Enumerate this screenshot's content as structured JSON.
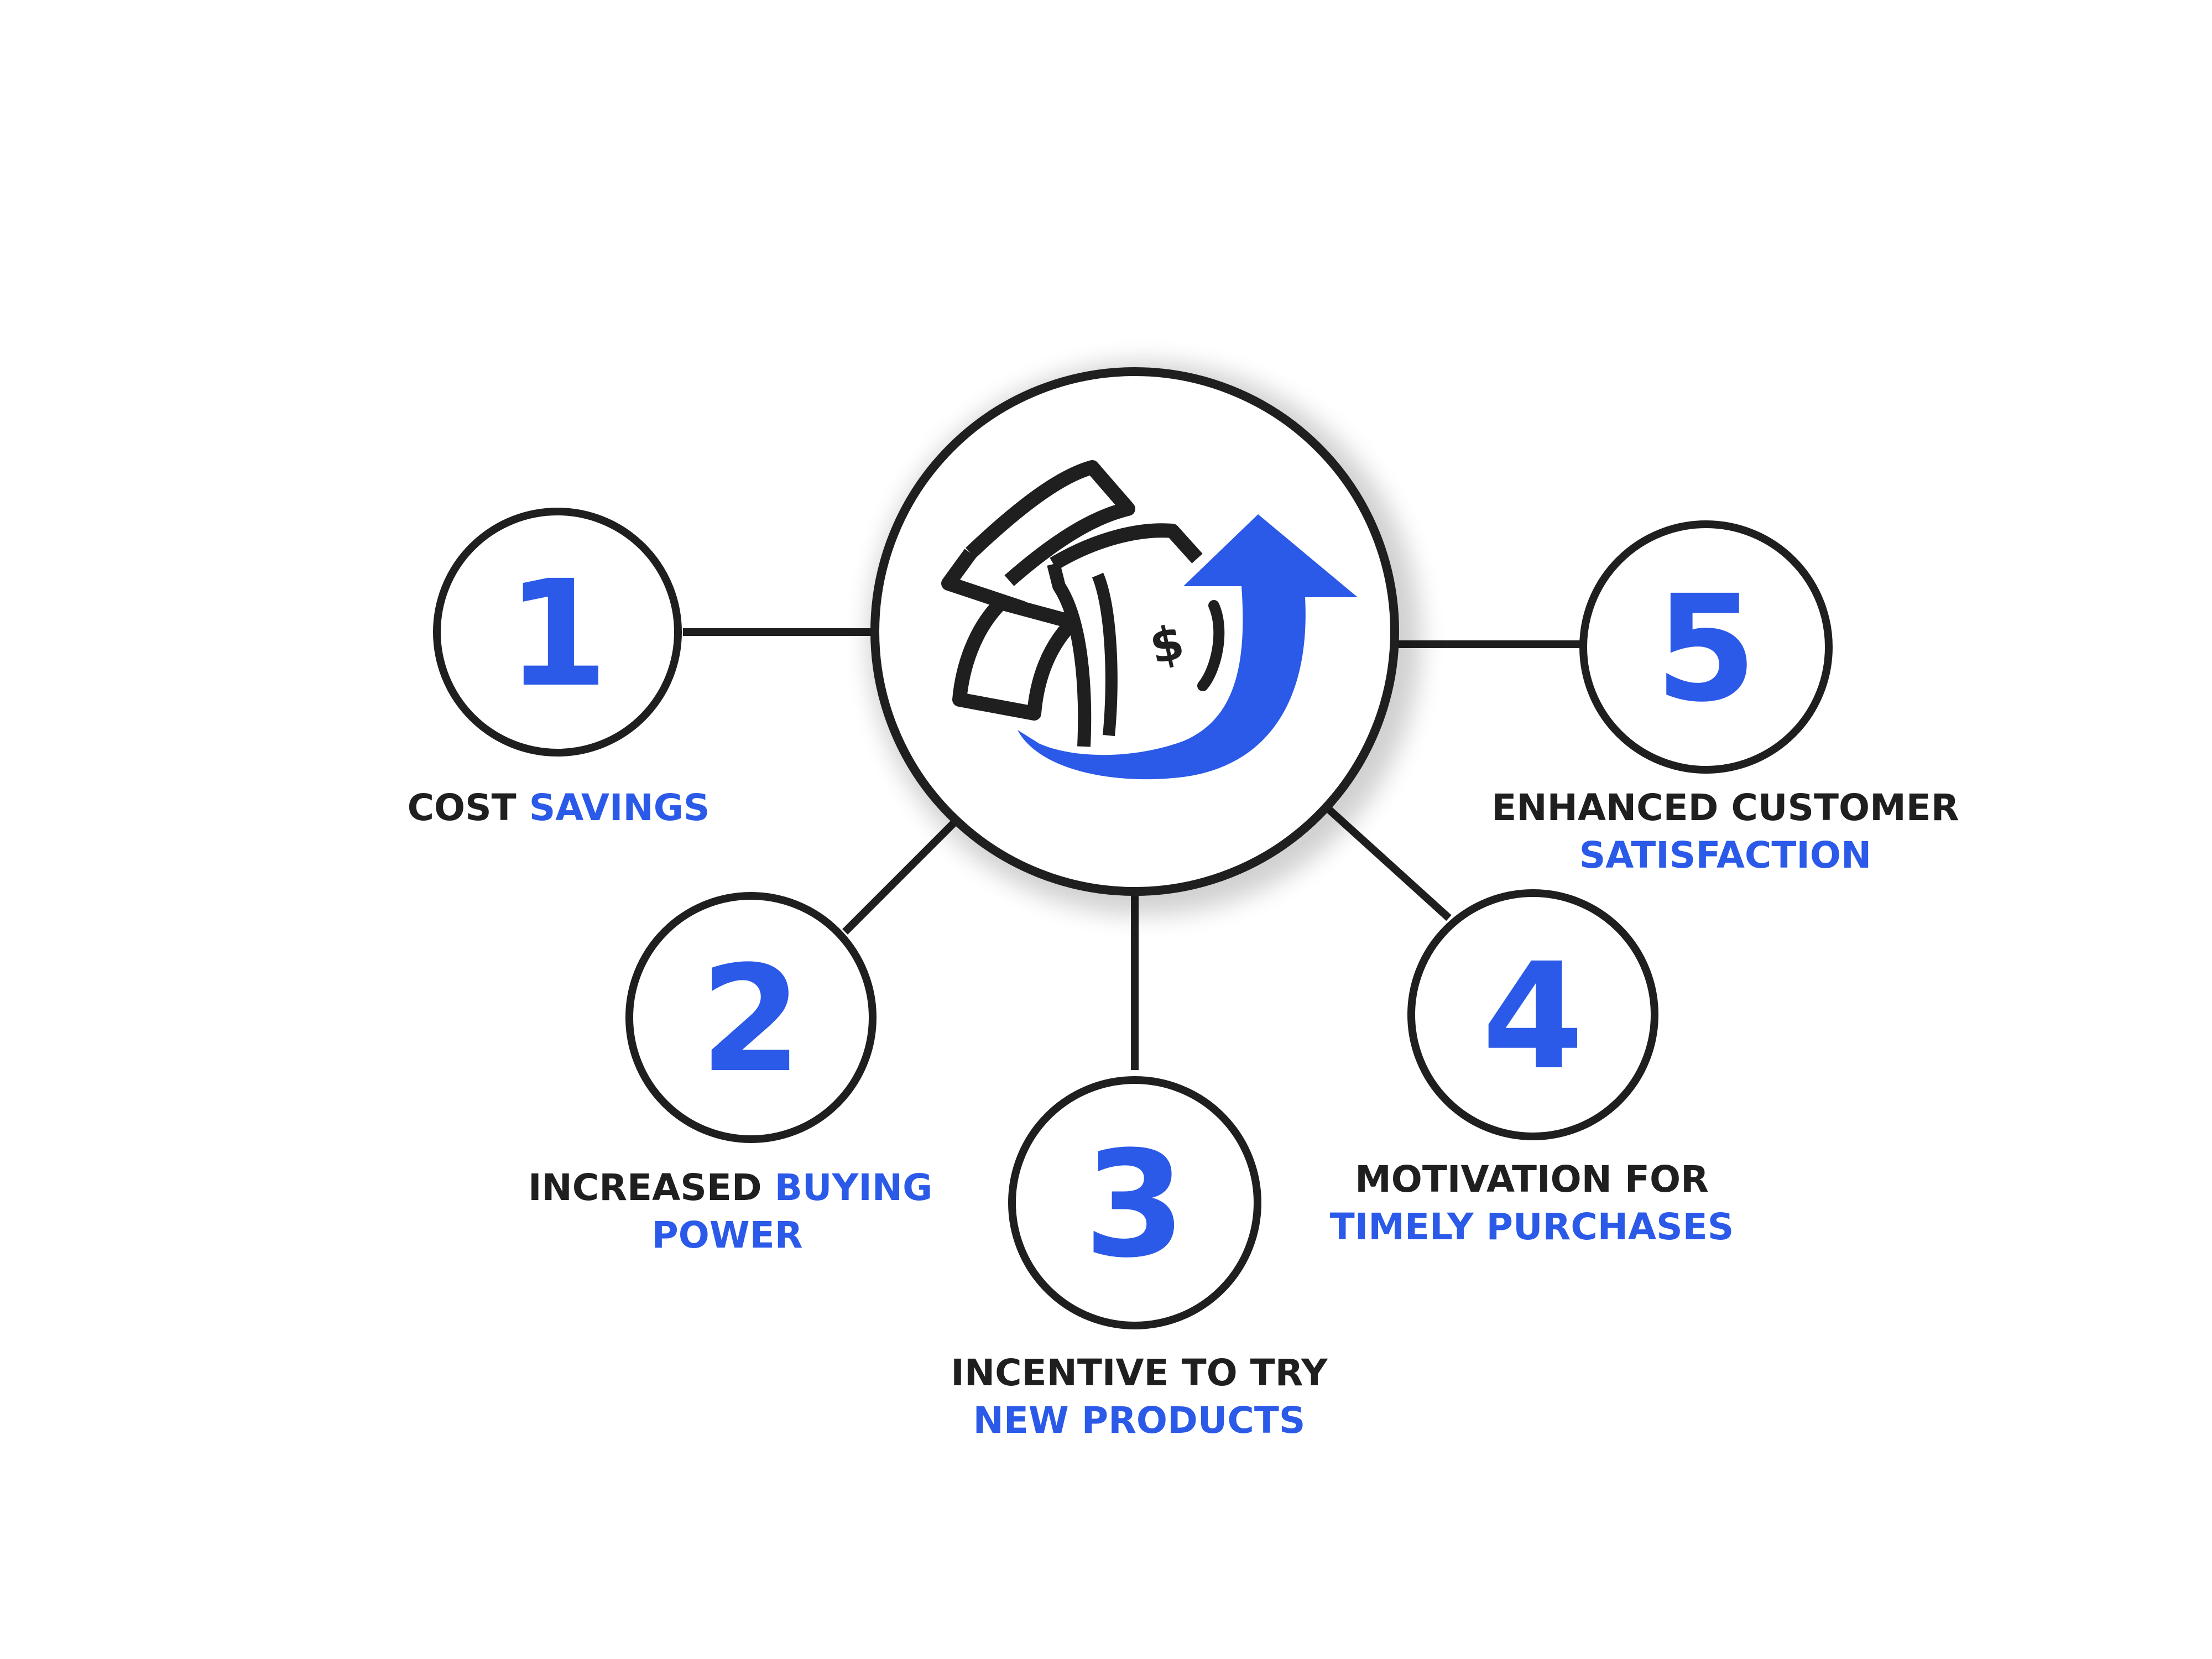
{
  "colors": {
    "accent": "#2b59e8",
    "text_dark": "#1f1f1f",
    "stroke": "#1f1f1f",
    "background": "#ffffff"
  },
  "center": {
    "icon": "money-growth-icon",
    "symbol": "$"
  },
  "items": [
    {
      "number": "1",
      "label_dark": "COST",
      "label_blue": "SAVINGS"
    },
    {
      "number": "2",
      "label_dark": "INCREASED",
      "label_blue_1": "BUYING",
      "label_blue_2": "POWER"
    },
    {
      "number": "3",
      "label_dark": "INCENTIVE TO TRY",
      "label_blue": "NEW PRODUCTS"
    },
    {
      "number": "4",
      "label_dark": "MOTIVATION FOR",
      "label_blue": "TIMELY PURCHASES"
    },
    {
      "number": "5",
      "label_dark": "ENHANCED CUSTOMER",
      "label_blue": "SATISFACTION"
    }
  ]
}
